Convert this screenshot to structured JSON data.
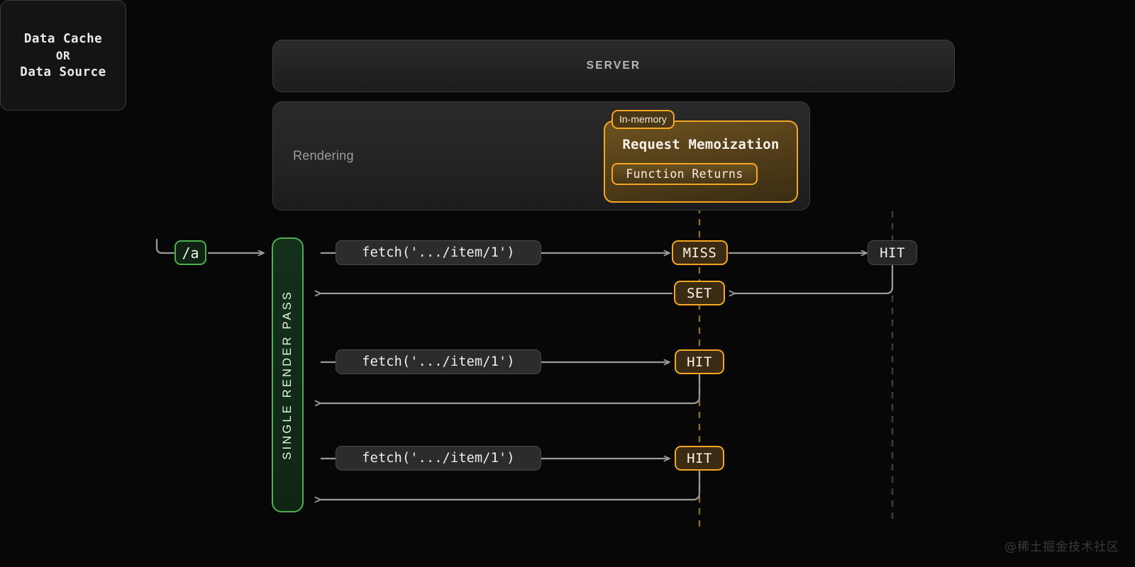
{
  "diagram": {
    "server": {
      "label": "SERVER"
    },
    "rendering": {
      "label": "Rendering"
    },
    "memoization": {
      "tag": "In-memory",
      "title": "Request Memoization",
      "inner_label": "Function Returns"
    },
    "data_cache": {
      "line1": "Data Cache",
      "line2": "OR",
      "line3": "Data Source"
    },
    "route": {
      "label": "/a"
    },
    "render_pass": {
      "label": "SINGLE RENDER PASS"
    },
    "rows": [
      {
        "fetch_label": "fetch('.../item/1')",
        "memo_status": "MISS",
        "cache_status": "HIT",
        "return_status": "SET"
      },
      {
        "fetch_label": "fetch('.../item/1')",
        "memo_status": "HIT"
      },
      {
        "fetch_label": "fetch('.../item/1')",
        "memo_status": "HIT"
      }
    ],
    "colors": {
      "accent_amber": "#f5a623",
      "accent_green": "#4caf50",
      "wire_gray": "#9a9a9a",
      "background": "#070707"
    },
    "watermark": "@稀土掘金技术社区"
  }
}
